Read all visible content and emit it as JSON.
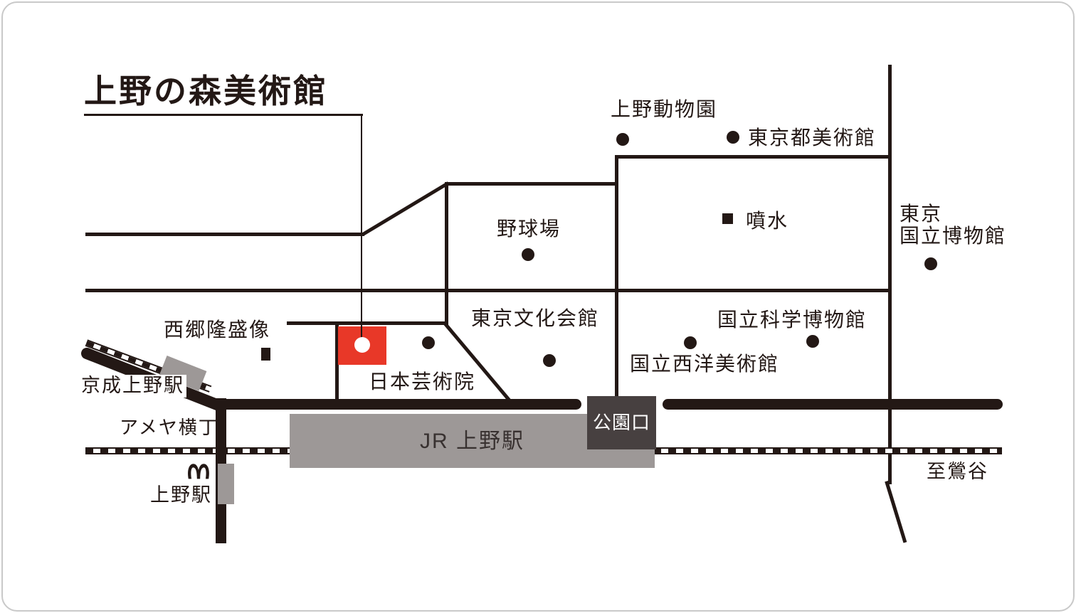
{
  "map": {
    "title": "上野の森美術館",
    "landmarks": {
      "zoo": "上野動物園",
      "metropolitan_art_museum": "東京都美術館",
      "fountain": "噴水",
      "tokyo_national_museum_line1": "東京",
      "tokyo_national_museum_line2": "国立博物館",
      "baseball_field": "野球場",
      "bunka_kaikan": "東京文化会館",
      "science_museum": "国立科学博物館",
      "western_art_museum": "国立西洋美術館",
      "saigo_statue": "西郷隆盛像",
      "art_academy": "日本芸術院",
      "keisei_ueno_station": "京成上野駅",
      "ameya_yokocho": "アメヤ横丁",
      "subway_ueno_station": "上野駅",
      "jr_ueno_station": "JR 上野駅",
      "park_exit": "公園口",
      "to_uguisudani": "至鶯谷"
    },
    "colors": {
      "ink": "#231815",
      "marker_red": "#e83828",
      "station_gray": "#9d9897",
      "exit_box_gray": "#474040"
    }
  }
}
